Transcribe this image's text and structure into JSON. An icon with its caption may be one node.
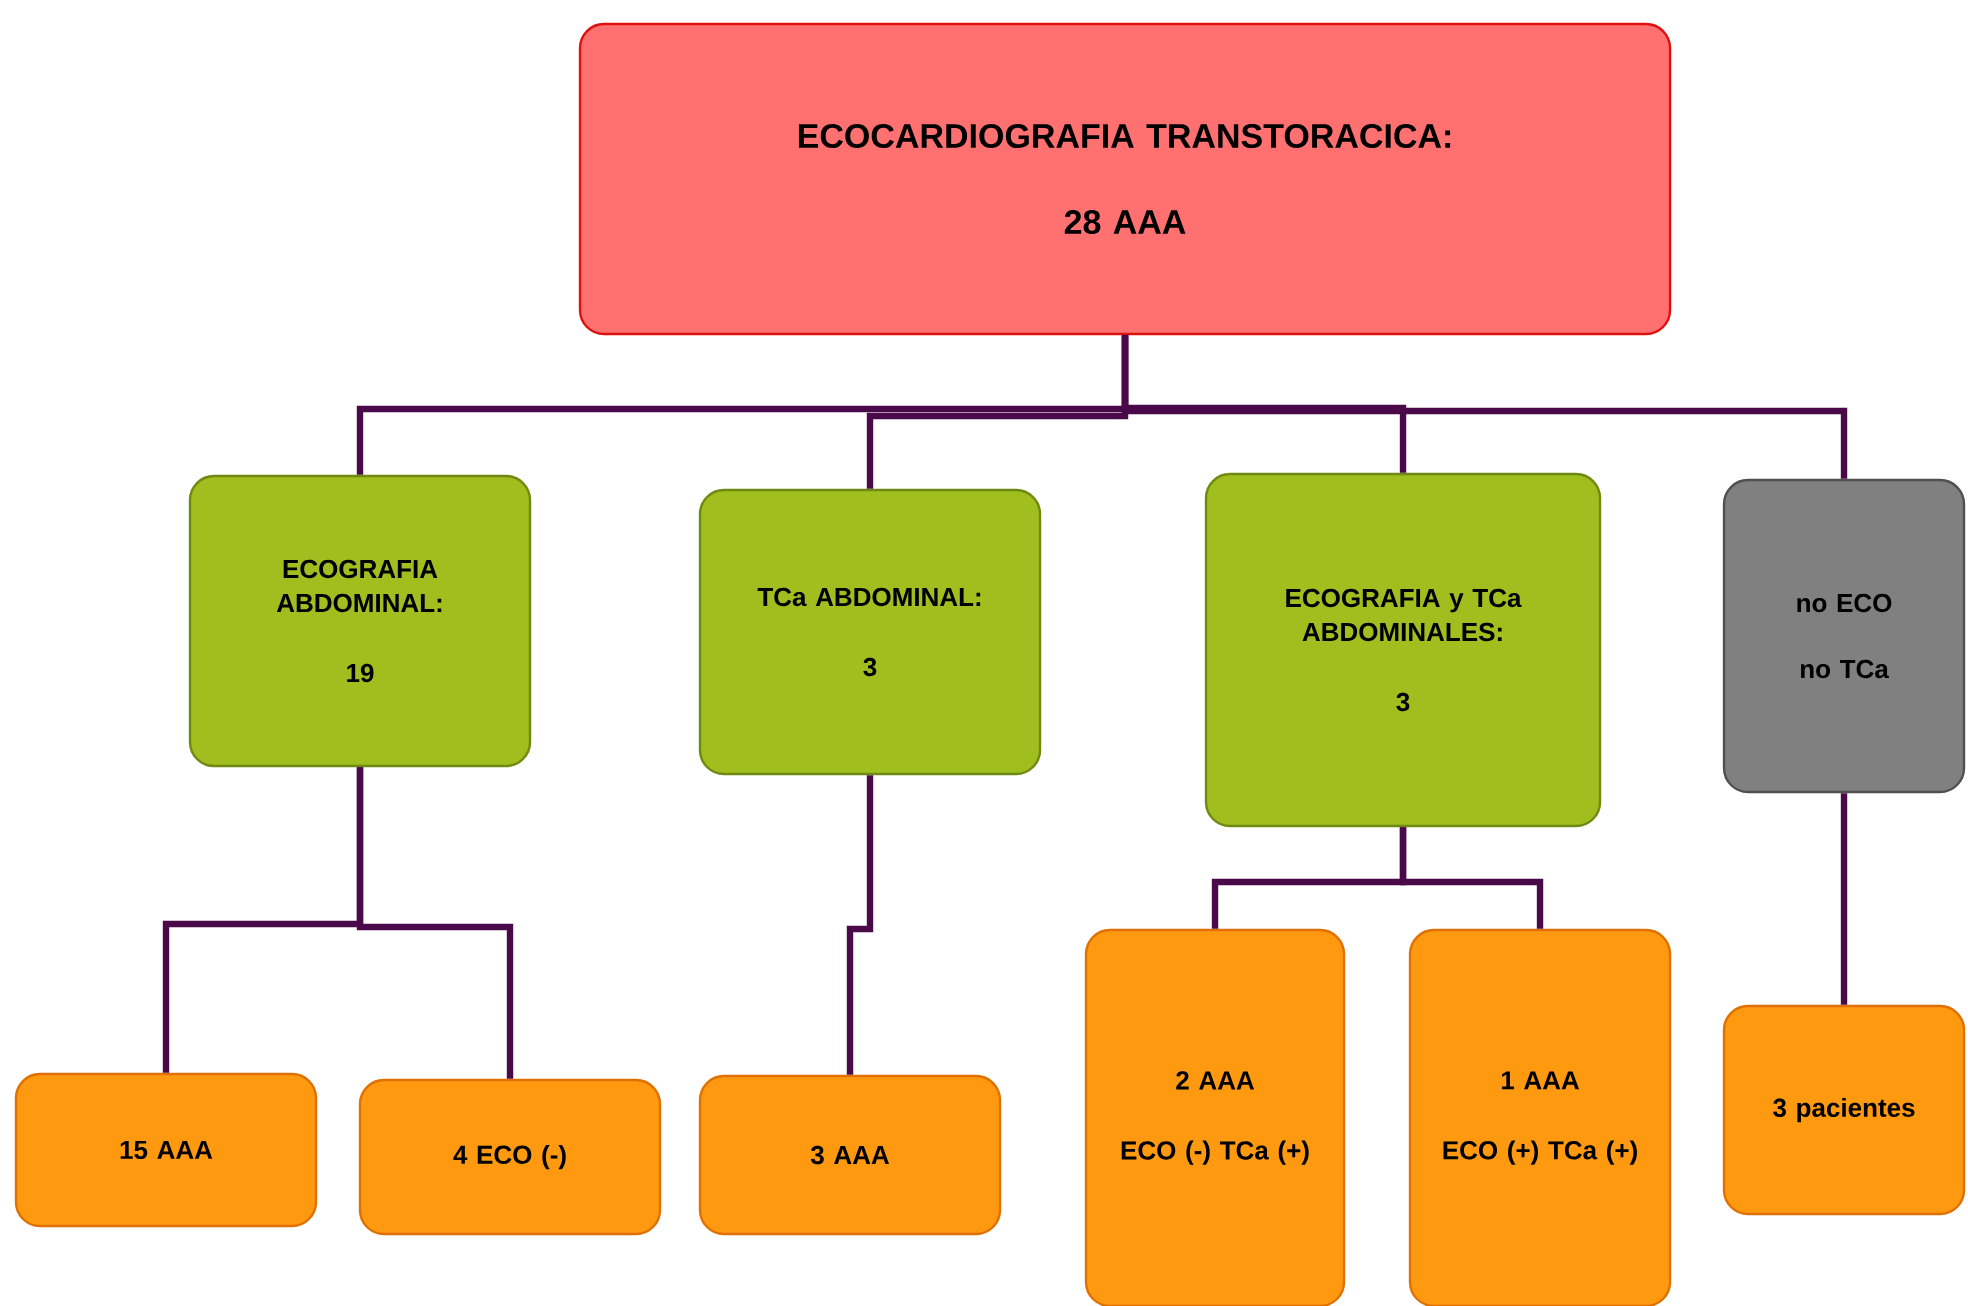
{
  "diagram": {
    "nodes": [
      {
        "text": [
          "ECOCARDIOGRAFIA TRANSTORACICA:",
          "28 AAA"
        ]
      },
      {
        "text": [
          "ECOGRAFIA ABDOMINAL:",
          "19"
        ]
      },
      {
        "text": [
          "TCa ABDOMINAL:",
          "3"
        ]
      },
      {
        "text": [
          "ECOGRAFIA y TCa ABDOMINALES:",
          "3"
        ]
      },
      {
        "text": [
          "no ECO",
          "no TCa"
        ]
      },
      {
        "text": [
          "15 AAA"
        ]
      },
      {
        "text": [
          "4 ECO (-)"
        ]
      },
      {
        "text": [
          "3 AAA"
        ]
      },
      {
        "text": [
          "2 AAA",
          "ECO (-) TCa (+)"
        ]
      },
      {
        "text": [
          "1 AAA",
          "ECO (+) TCa (+)"
        ]
      },
      {
        "text": [
          "3 pacientes"
        ]
      }
    ],
    "edges": [
      {
        "from": 0,
        "to": 1,
        "arrow": "none"
      },
      {
        "from": 0,
        "to": 2,
        "arrow": "none"
      },
      {
        "from": 0,
        "to": 3,
        "arrow": "none"
      },
      {
        "from": 0,
        "to": 4,
        "arrow": "none"
      },
      {
        "from": 1,
        "to": 5,
        "arrow": "none"
      },
      {
        "from": 1,
        "to": 6,
        "arrow": "none"
      },
      {
        "from": 2,
        "to": 7,
        "arrow": "none"
      },
      {
        "from": 3,
        "to": 8,
        "arrow": "none"
      },
      {
        "from": 3,
        "to": 9,
        "arrow": "none"
      },
      {
        "from": 4,
        "to": 10,
        "arrow": "none"
      }
    ]
  }
}
